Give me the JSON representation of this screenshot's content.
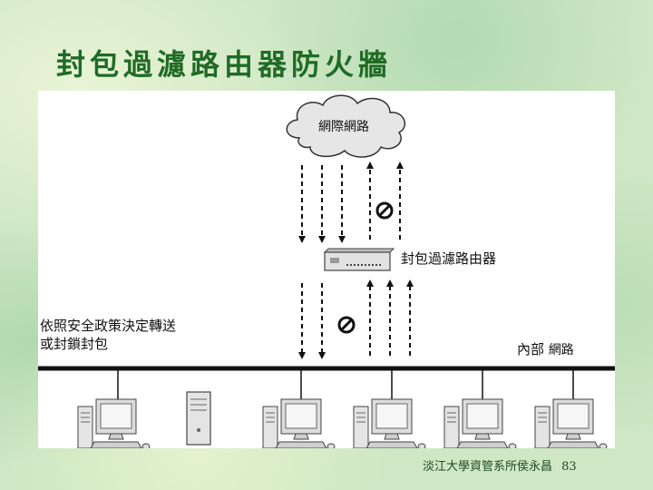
{
  "title": "封包過濾路由器防火牆",
  "diagram": {
    "internet_label": "網際網路",
    "router_label": "封包過濾路由器",
    "policy_label_line1": "依照安全政策決定轉送",
    "policy_label_line2": "或封鎖封包",
    "internal_label_part1": "內部",
    "internal_label_part2": "網路"
  },
  "footer": {
    "text": "淡江大學資管系所侯永昌",
    "page_number": "83"
  },
  "colors": {
    "title": "#1f6b26",
    "background": "#cfe7c4",
    "panel": "#ffffff"
  }
}
